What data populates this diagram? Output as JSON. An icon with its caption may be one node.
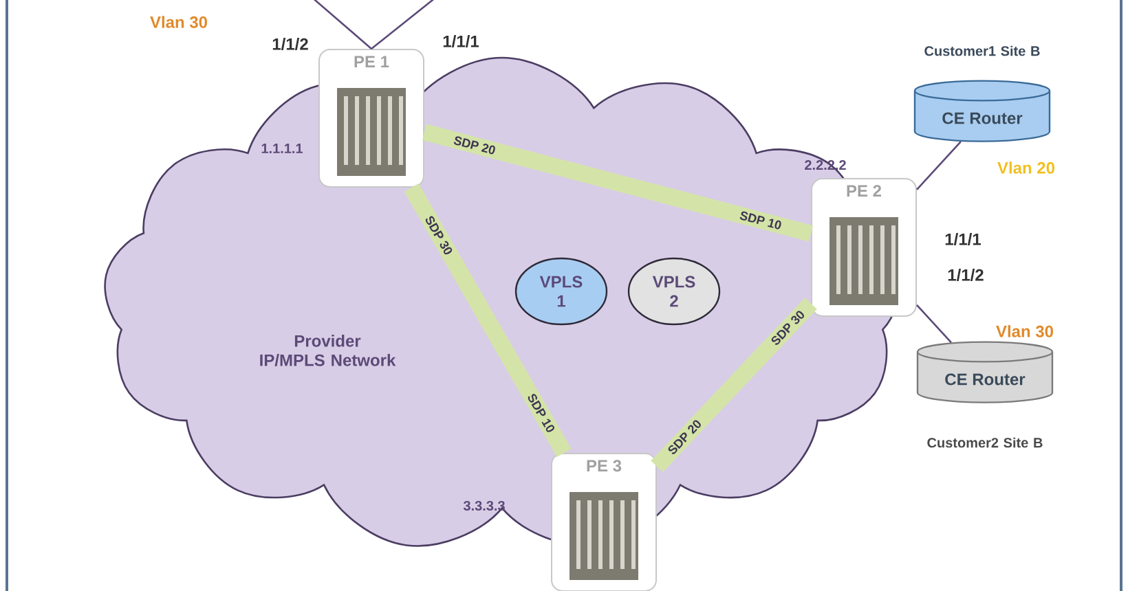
{
  "diagram": {
    "nodes": [
      {
        "text": [
          "Provider IP/MPLS Network"
        ]
      },
      {
        "text": [
          "PE 1"
        ],
        "beside": [
          "1.1.1.1"
        ]
      },
      {
        "text": [
          "PE 2"
        ],
        "beside": [
          "2.2.2.2"
        ]
      },
      {
        "text": [
          "PE 3"
        ],
        "beside": [
          "3.3.3.3"
        ]
      },
      {
        "text": [
          "VPLS 1"
        ],
        "in": 0
      },
      {
        "text": [
          "VPLS 2"
        ],
        "in": 0
      },
      {
        "text": [
          "CE Router"
        ],
        "beside": [
          "Customer1 Site B"
        ]
      },
      {
        "text": [
          "CE Router"
        ],
        "beside": [
          "Customer2 Site B"
        ]
      }
    ],
    "edges": [
      {
        "from": 1,
        "to": 2,
        "arrow": "none",
        "style": "thick",
        "color": "#d4e4a8"
      },
      {
        "from": 1,
        "to": 3,
        "arrow": "none",
        "style": "thick",
        "color": "#d4e4a8"
      },
      {
        "from": 2,
        "to": 3,
        "arrow": "none",
        "style": "thick",
        "color": "#d4e4a8"
      },
      {
        "from": 2,
        "to": 6,
        "arrow": "none"
      },
      {
        "from": 2,
        "to": 7,
        "arrow": "none"
      },
      {
        "from": 1,
        "to": null,
        "arrow": "none"
      },
      {
        "from": 1,
        "to": null,
        "arrow": "none"
      }
    ],
    "labels": [
      "Vlan 30",
      "1/1/2",
      "1/1/1",
      "SDP 20",
      "SDP 30",
      "SDP 10",
      "Vlan 20",
      "1/1/1",
      "1/1/2",
      "Vlan 30",
      "SDP 30",
      "SDP 10",
      "SDP 20"
    ]
  }
}
